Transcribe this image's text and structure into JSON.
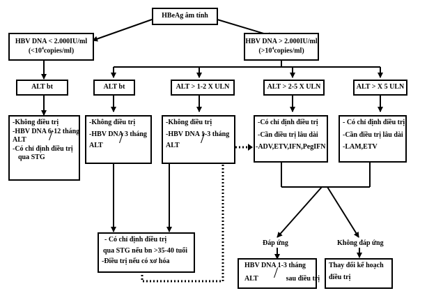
{
  "nodes": {
    "root": "HBeAg âm tính",
    "hbv_low": {
      "line1": "HBV DNA < 2.000IU/ml",
      "line2_pre": "(<10",
      "line2_sup": "4",
      "line2_post": "copies/ml)"
    },
    "hbv_high": {
      "line1": "HBV DNA > 2.000IU/ml",
      "line2_pre": "(>10",
      "line2_sup": "4",
      "line2_post": "copies/ml)"
    },
    "alt_bt_left": "ALT bt",
    "alt_bt_mid": "ALT bt",
    "alt_1_2": "ALT > 1-2 X ULN",
    "alt_2_5": "ALT > 2-5 X ULN",
    "alt_5": "ALT > X 5 ULN",
    "box_a": [
      "-Không điều trị",
      "-HBV DNA 6-12 tháng",
      "ALT",
      "-Có chỉ định điều trị",
      "qua STG"
    ],
    "box_b": [
      "-Không điều trị",
      "-HBV DNA 3 tháng",
      "ALT"
    ],
    "box_c": [
      "-Không điều trị",
      "-HBV DNA 1-3 tháng",
      "ALT"
    ],
    "box_d": [
      "-Có chỉ định điều trị",
      "-Cần điều trị lâu dài",
      "-ADV,ETV,IFN,PegIFN"
    ],
    "box_e": [
      "- Có chỉ định điều trị",
      "-Cần điều trị lâu dài",
      "-LAM,ETV"
    ],
    "box_stg": [
      "- Có chỉ định điều trị",
      "qua STG nếu bn >35-40 tuổi",
      "-Điều trị nếu có xơ hóa"
    ],
    "label_respond": "Đáp ứng",
    "label_no_respond": "Không đáp ứng",
    "box_respond": [
      "HBV DNA 1-3 tháng",
      "ALT",
      "sau điều trị"
    ],
    "box_no_respond": [
      "Thay đổi kế hoạch",
      "điều trị"
    ]
  }
}
